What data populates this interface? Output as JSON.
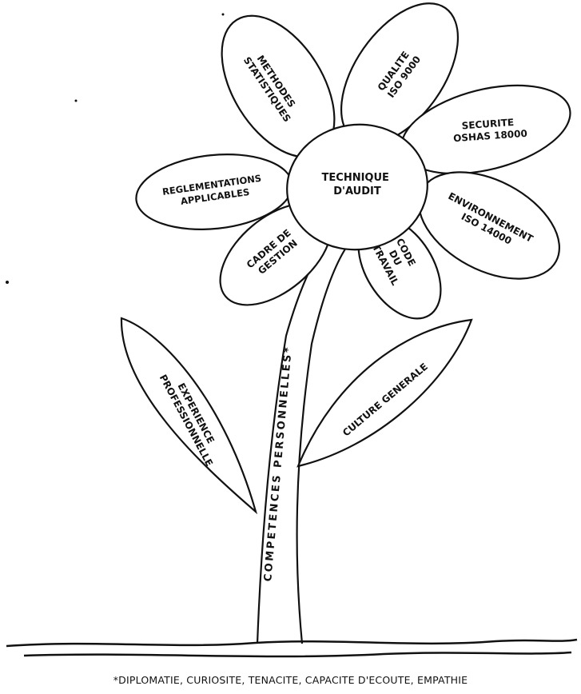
{
  "center": {
    "lines": [
      "TECHNIQUE",
      "D'AUDIT"
    ]
  },
  "petals": [
    {
      "id": "methodes-statistiques",
      "lines": [
        "METHODES",
        "STATISTIQUES"
      ]
    },
    {
      "id": "qualite-iso-9000",
      "lines": [
        "QUALITE",
        "ISO 9000"
      ]
    },
    {
      "id": "securite-oshas-18000",
      "lines": [
        "SECURITE",
        "OSHAS 18000"
      ]
    },
    {
      "id": "reglementations-applicables",
      "lines": [
        "REGLEMENTATIONS",
        "APPLICABLES"
      ]
    },
    {
      "id": "environnement-iso-14000",
      "lines": [
        "ENVIRONNEMENT",
        "ISO 14000"
      ]
    },
    {
      "id": "cadre-de-gestion",
      "lines": [
        "CADRE DE",
        "GESTION"
      ]
    },
    {
      "id": "code-du-travail",
      "lines": [
        "CODE",
        "DU",
        "TRAVAIL"
      ]
    }
  ],
  "leaves": [
    {
      "id": "experience-professionnelle",
      "lines": [
        "EXPERIENCE",
        "PROFESSIONNELLE"
      ]
    },
    {
      "id": "culture-generale",
      "lines": [
        "CULTURE GENERALE"
      ]
    }
  ],
  "stem": {
    "label": "COMPETENCES PERSONNELLES*"
  },
  "footnote": "*DIPLOMATIE, CURIOSITE, TENACITE, CAPACITE D'ECOUTE, EMPATHIE"
}
